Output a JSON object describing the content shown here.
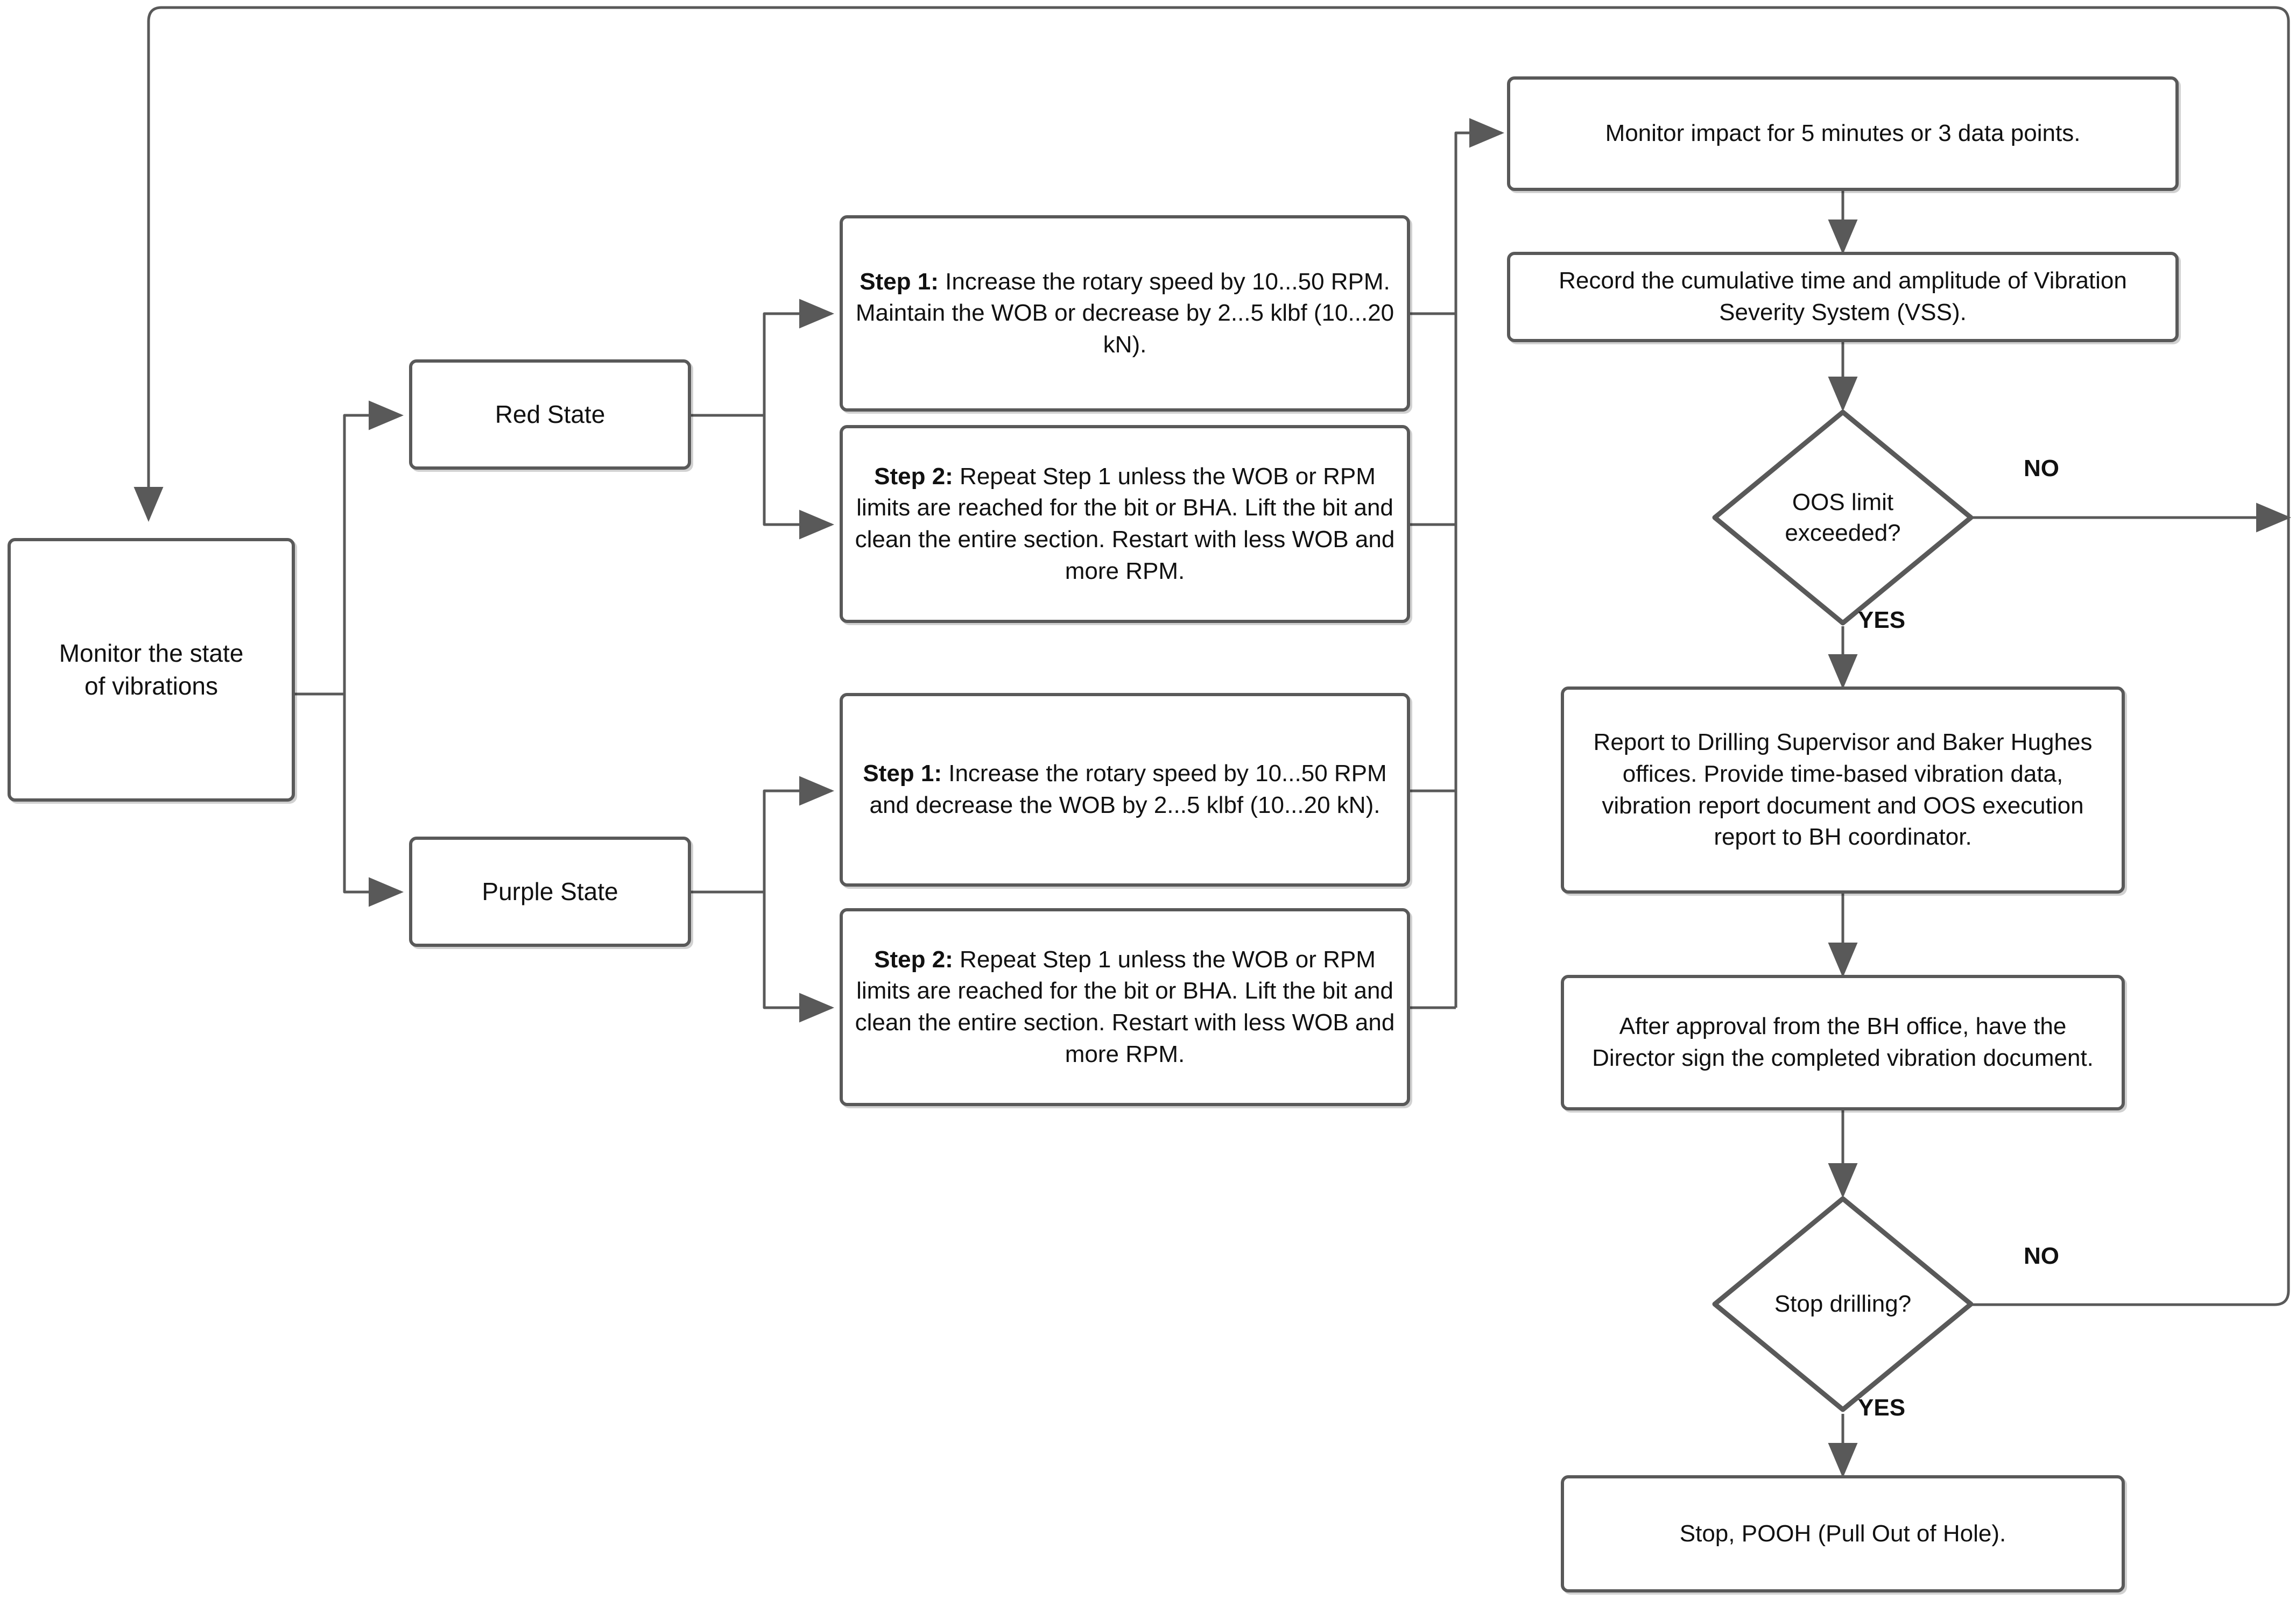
{
  "diagram": {
    "title": "Drilling vibration state monitoring and OOS escalation flowchart",
    "stroke_color": "#595959",
    "text_color": "#111111",
    "background_color": "#ffffff"
  },
  "nodes": {
    "monitor_state": {
      "text": "Monitor the state\nof vibrations"
    },
    "red_state": {
      "text": "Red State"
    },
    "purple_state": {
      "text": "Purple State"
    },
    "red_step1": {
      "bold_prefix": "Step 1:",
      "body": " Increase the rotary speed by 10...50 RPM. Maintain the WOB or decrease by 2...5 klbf (10...20 kN)."
    },
    "red_step2": {
      "bold_prefix": "Step 2:",
      "body": " Repeat Step 1 unless the WOB or RPM limits are reached for the bit or BHA. Lift the bit and clean the entire section. Restart with less WOB and more RPM."
    },
    "purple_step1": {
      "bold_prefix": "Step 1:",
      "body": " Increase the rotary speed by 10...50 RPM and decrease the WOB by 2...5 klbf (10...20 kN)."
    },
    "purple_step2": {
      "bold_prefix": "Step 2:",
      "body": " Repeat Step 1 unless the WOB or RPM limits are reached for the bit or BHA. Lift the bit and clean the entire section. Restart with less WOB and more RPM."
    },
    "monitor_impact": {
      "text": "Monitor impact for 5 minutes or 3 data points."
    },
    "record_vss": {
      "text": "Record the cumulative time and amplitude of Vibration Severity System (VSS)."
    },
    "oos_decision": {
      "text": "OOS limit\nexceeded?"
    },
    "report_bh": {
      "text": "Report to Drilling Supervisor and Baker Hughes offices. Provide time-based vibration data, vibration report document and OOS execution report to BH coordinator."
    },
    "director_sign": {
      "text": "After approval from the BH office, have the Director sign the completed vibration document."
    },
    "stop_decision": {
      "text": "Stop drilling?"
    },
    "stop_pooh": {
      "text": "Stop, POOH (Pull Out of Hole)."
    }
  },
  "edge_labels": {
    "oos_no": "NO",
    "oos_yes": "YES",
    "stop_no": "NO",
    "stop_yes": "YES"
  }
}
